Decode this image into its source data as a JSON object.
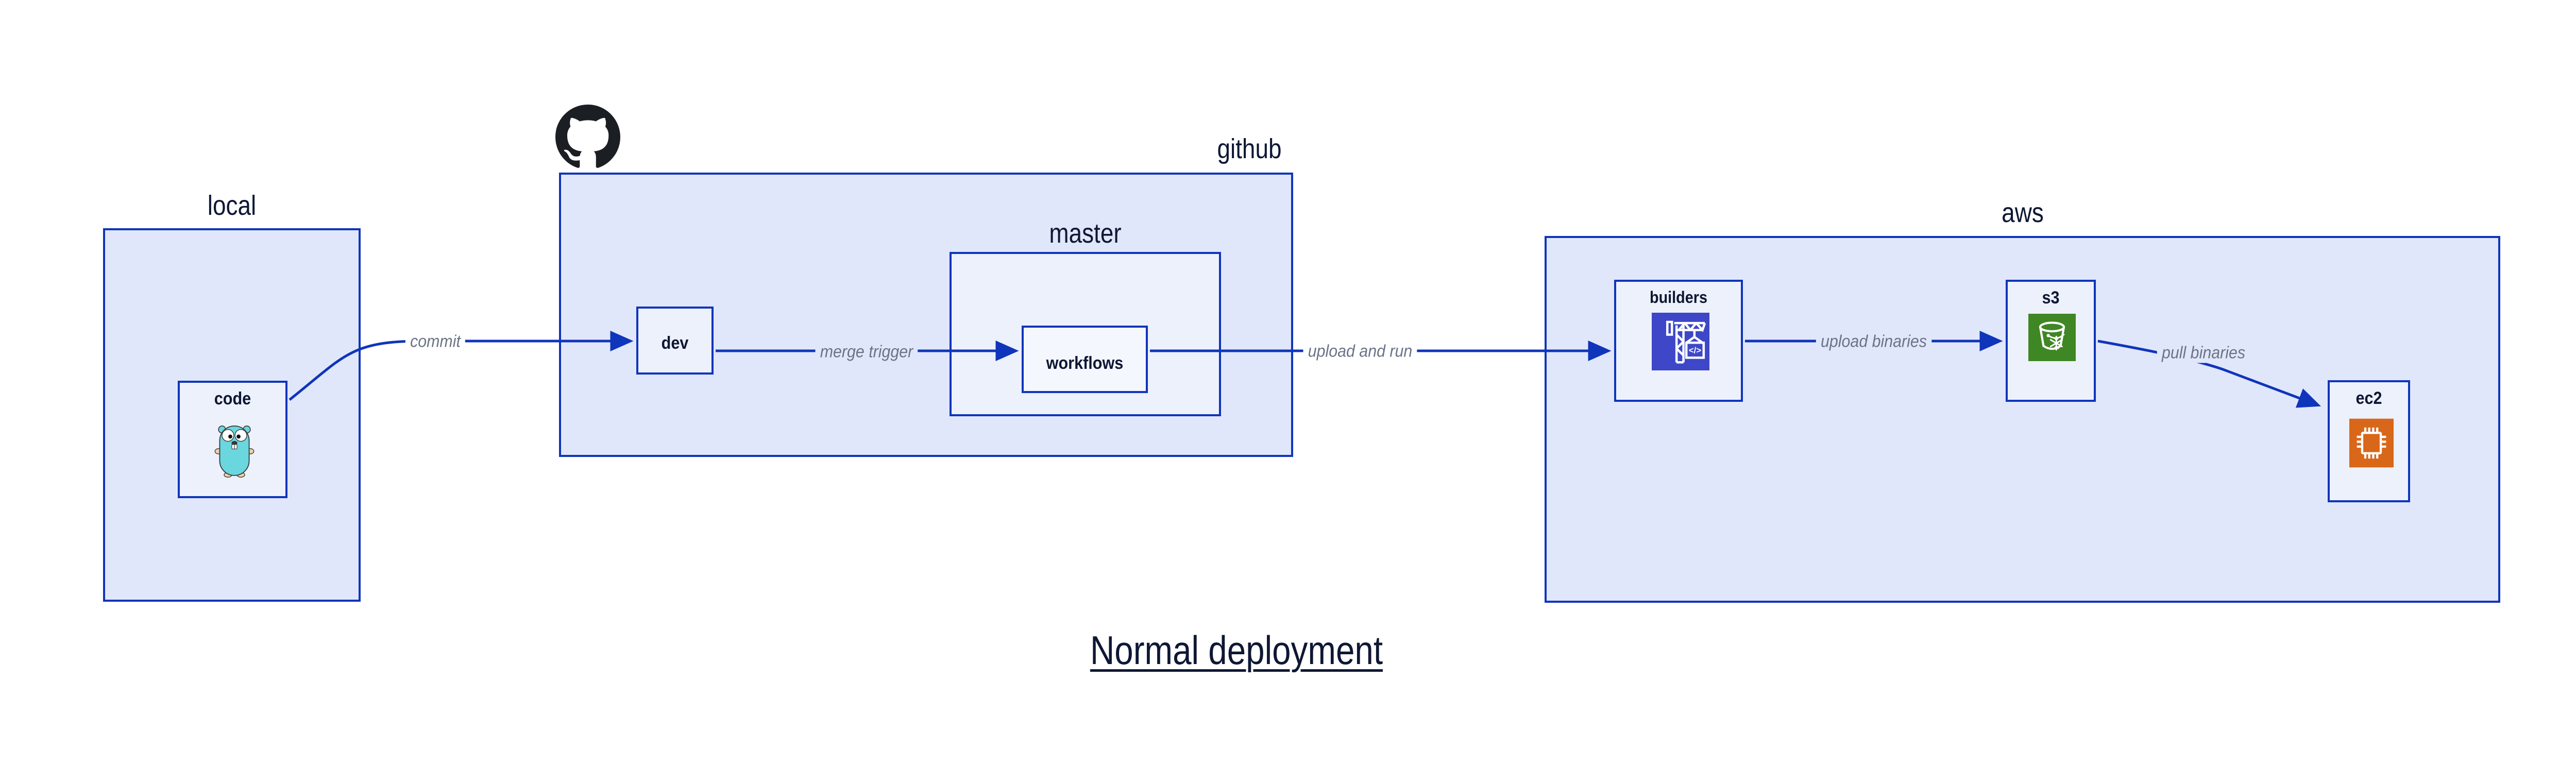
{
  "diagram": {
    "title": "Normal deployment",
    "containers": {
      "local": {
        "label": "local"
      },
      "github": {
        "label": "github"
      },
      "master": {
        "label": "master"
      },
      "aws": {
        "label": "aws"
      }
    },
    "nodes": {
      "code": {
        "label": "code",
        "icon": "go-gopher-icon"
      },
      "dev": {
        "label": "dev"
      },
      "workflows": {
        "label": "workflows"
      },
      "builders": {
        "label": "builders",
        "icon": "codebuild-crane-icon",
        "icon_symbol": "</>"
      },
      "s3": {
        "label": "s3",
        "icon": "s3-glacier-bucket-icon"
      },
      "ec2": {
        "label": "ec2",
        "icon": "ec2-chip-icon"
      }
    },
    "edges": [
      {
        "from": "code",
        "to": "dev",
        "label": "commit"
      },
      {
        "from": "dev",
        "to": "workflows",
        "label": "merge trigger"
      },
      {
        "from": "workflows",
        "to": "builders",
        "label": "upload and run"
      },
      {
        "from": "builders",
        "to": "s3",
        "label": "upload binaries"
      },
      {
        "from": "s3",
        "to": "ec2",
        "label": "pull binaries"
      }
    ],
    "colors": {
      "border": "#0f35bb",
      "container-fill": "#e1e7fa",
      "node-fill": "#edf1fc",
      "workflows-fill": "#f5f7fe",
      "text": "#0e1733",
      "edge-label": "#6b7386",
      "codebuild": "#3d47c8",
      "s3-glacier": "#3f8624",
      "ec2": "#d9671a",
      "octocat": "#1b1f23"
    }
  }
}
